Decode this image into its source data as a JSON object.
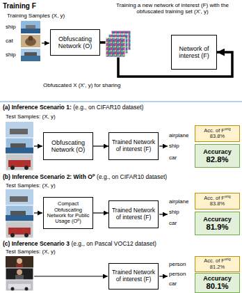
{
  "diagram": {
    "nodes": [
      {
        "text": [
          "Obfuscating Network (O)"
        ]
      },
      {
        "text": [
          "Network of interest (F)"
        ]
      },
      {
        "text": [
          "Obfuscating Network (O)"
        ]
      },
      {
        "text": [
          "Trained Network of interest (F)"
        ]
      },
      {
        "text": [
          "Acc. of F",
          "orig",
          "83.8%"
        ]
      },
      {
        "text": [
          "Accuracy",
          "82.8%"
        ]
      },
      {
        "text": [
          "Compact Obfuscating Network for Public Usage (O",
          "p",
          ")"
        ]
      },
      {
        "text": [
          "Trained Network of interest (F)"
        ]
      },
      {
        "text": [
          "Acc. of F",
          "orig",
          "83.8%"
        ]
      },
      {
        "text": [
          "Accuracy",
          "81.9%"
        ]
      },
      {
        "text": [
          "Trained Network of interest (F)"
        ]
      },
      {
        "text": [
          "Acc. of F",
          "orig",
          "81.2%"
        ]
      },
      {
        "text": [
          "Accuracy",
          "80.1%"
        ]
      }
    ],
    "edges": [
      {
        "from": 0,
        "to": 1,
        "arrow": "to"
      },
      {
        "from": 2,
        "to": 3,
        "arrow": "to"
      },
      {
        "from": 6,
        "to": 7,
        "arrow": "to"
      }
    ],
    "labels": [
      "Training F",
      "Training Samples (X, y)",
      "ship",
      "cat",
      "ship",
      "Training a new network of interest (F) with the obfuscated training set (X', y)",
      "Obfuscated X (X', y) for sharing",
      "(a) Inference Scenario 1:",
      "(e.g., on CIFAR10 dataset)",
      "Test Samples: (X, y)",
      "airplane",
      "ship",
      "car",
      "(b) Inference Scenario 2: With O",
      "p",
      "(e.g., on CIFAR10 dataset)",
      "Test Samples: (X, y)",
      "airplane",
      "ship",
      "car",
      "(c) Inference Scenario 3",
      "(e.g., on Pascal VOC12 dataset)",
      "Test Samples: (X, y)",
      "person",
      "person",
      "car"
    ]
  }
}
